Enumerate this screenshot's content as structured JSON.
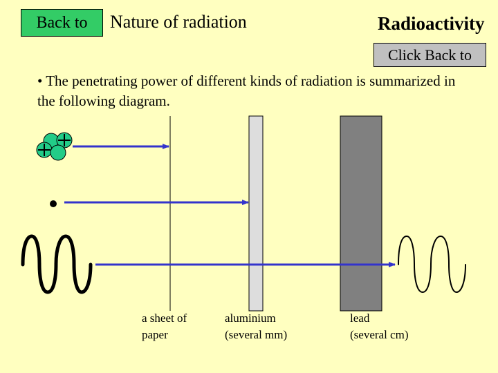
{
  "header": {
    "back_button_label": "Back to",
    "subtopic_title": "Nature of radiation",
    "main_title": "Radioactivity"
  },
  "click_back_label": "Click Back to",
  "intro_text": "• The penetrating power of different kinds of radiation is summarized in the following diagram.",
  "materials": [
    {
      "label": "a sheet of\npaper"
    },
    {
      "label": "aluminium\n(several mm)"
    },
    {
      "label": "lead\n(several cm)"
    }
  ],
  "colors": {
    "background": "#ffffc0",
    "back_button": "#33cc66",
    "click_back_button": "#c0c0c0",
    "arrow": "#3333cc",
    "alpha_proton": "#22cc88",
    "aluminium": "#dddddd",
    "lead": "#808080"
  }
}
